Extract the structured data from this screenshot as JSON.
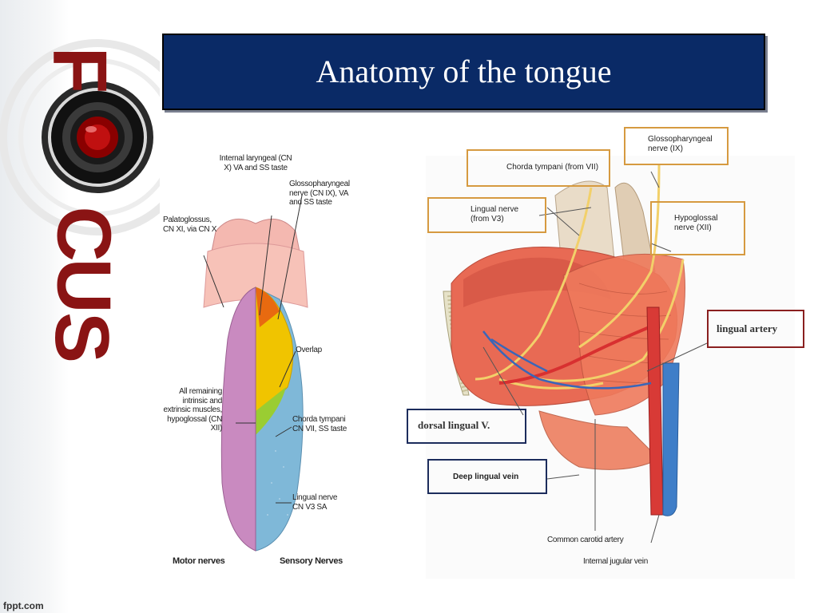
{
  "slide": {
    "title": "Anatomy of the tongue",
    "footer": "fppt.com",
    "side_logo_letters": [
      "F",
      "C",
      "U",
      "S"
    ]
  },
  "left_diagram": {
    "labels": {
      "internal_laryngeal": "Internal laryngeal (CN X) VA and SS taste",
      "glossopharyngeal": "Glossopharyngeal nerve (CN IX), VA and SS taste",
      "palatoglossus": "Palatoglossus, CN XI, via CN X",
      "overlap": "Overlap",
      "all_remaining": "All remaining intrinsic and extrinsic muscles, hypoglossal (CN XII)",
      "chorda_tympani": "Chorda tympani CN VII, SS taste",
      "lingual_nerve": "Lingual nerve CN V3 SA",
      "motor_nerves": "Motor nerves",
      "sensory_nerves": "Sensory Nerves"
    }
  },
  "right_diagram": {
    "boxed_labels": {
      "chorda_tympani": "Chorda tympani (from VII)",
      "glossopharyngeal": "Glossopharyngeal nerve (IX)",
      "lingual_nerve": "Lingual nerve (from V3)",
      "hypoglossal": "Hypoglossal nerve (XII)",
      "lingual_artery": "lingual artery",
      "dorsal_lingual_v": "dorsal lingual V.",
      "deep_lingual_vein": "Deep lingual vein"
    },
    "labels": {
      "common_carotid": "Common carotid artery",
      "internal_jugular": "Internal jugular vein"
    }
  }
}
